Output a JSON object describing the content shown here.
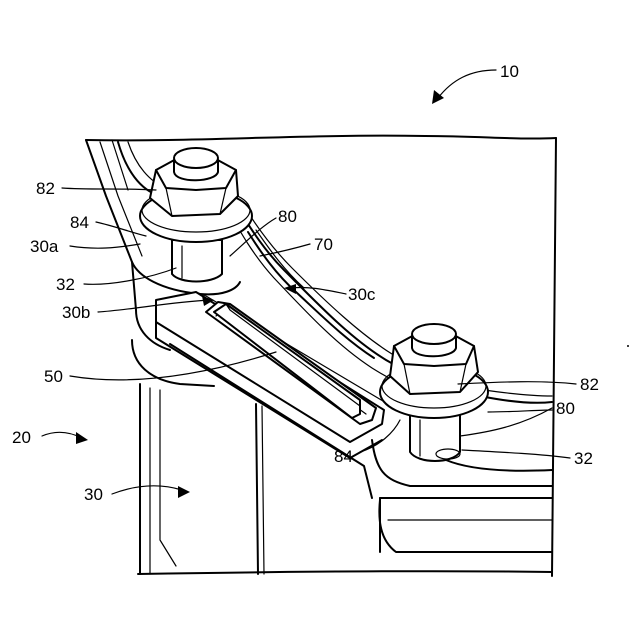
{
  "labels": {
    "ref_10": "10",
    "ref_82_top": "82",
    "ref_84_top": "84",
    "ref_30a": "30a",
    "ref_32_top": "32",
    "ref_30b": "30b",
    "ref_80_top": "80",
    "ref_70": "70",
    "ref_30c": "30c",
    "ref_50": "50",
    "ref_20": "20",
    "ref_30": "30",
    "ref_82_right": "82",
    "ref_80_right": "80",
    "ref_84_bottom": "84",
    "ref_32_right": "32"
  }
}
